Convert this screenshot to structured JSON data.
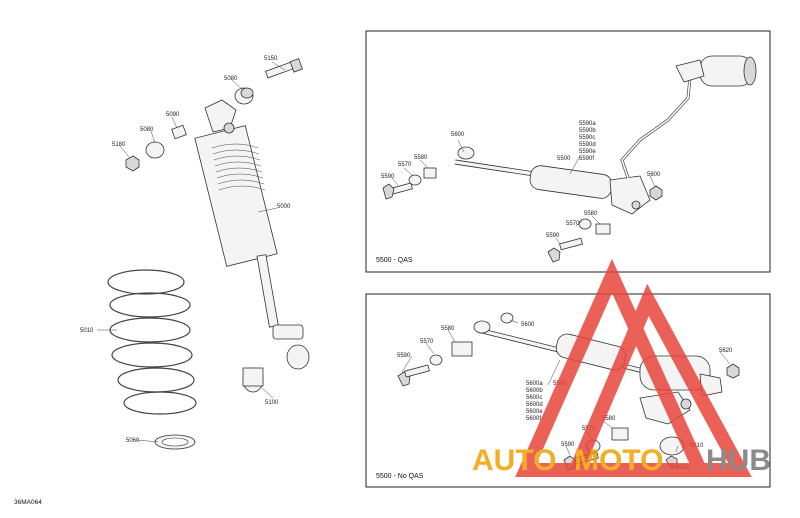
{
  "diagram": {
    "reference_code": "36MA064",
    "panel_qas": {
      "caption": "5500 - QAS"
    },
    "panel_no_qas": {
      "caption": "5500 - No QAS"
    },
    "left_labels": {
      "p5150": "5150",
      "p5080": "5080",
      "p5090": "5090",
      "p5080b": "5080",
      "p5180": "5180",
      "p5000": "5000",
      "p5010": "5010",
      "p5060": "5060",
      "p5100": "5100"
    },
    "qas_labels": {
      "a": "5590a",
      "b": "5590b",
      "c": "5590c",
      "d": "5590d",
      "e": "5590e",
      "f": "5590f",
      "p5500": "5500",
      "p5600": "5600",
      "p5570": "5570",
      "p5580": "5580",
      "p5590": "5590",
      "p5600b": "5600",
      "p5580b": "5580",
      "p5570b": "5570",
      "p5590b": "5590"
    },
    "noqas_labels": {
      "p5580": "5580",
      "p5600": "5600",
      "p5570": "5570",
      "p5590": "5590",
      "p5620": "5620",
      "a": "5600a",
      "b": "5600b",
      "c": "5600c",
      "d": "5600d",
      "e": "5600e",
      "f": "5600f",
      "p5500": "5500",
      "p5580b": "5580",
      "p5570b": "5570",
      "p5590b": "5590",
      "p5610": "5610",
      "p5520": "5520"
    }
  },
  "watermark": {
    "word_auto": "AUTO",
    "word_moto": "MOTO",
    "word_hub": "HUB",
    "colors": {
      "red": "#e8463c",
      "orange": "#f0a000",
      "gray": "#777777"
    }
  }
}
